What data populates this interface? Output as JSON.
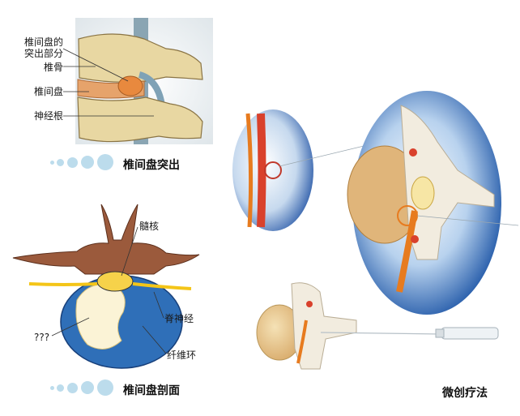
{
  "panel_top": {
    "title": "椎间盘突出",
    "labels": {
      "protrusion": "椎间盘的\n突出部分",
      "vertebra": "椎骨",
      "disc": "椎间盘",
      "nerve_root": "神经根"
    }
  },
  "panel_cross": {
    "title": "椎间盘剖面",
    "labels": {
      "pulp_core": "髓核",
      "spinal_nerve": "脊神经",
      "unknown": "???",
      "fiber_ring": "纤维环"
    }
  },
  "panel_right": {
    "title": "微创疗法"
  },
  "colors": {
    "bone": "#e8d7a2",
    "disc": "#e6a36b",
    "nerve": "#f4c518",
    "blue_ring": "#2f6fb8",
    "tissue": "#9b5a3c",
    "red": "#d9412c",
    "orange": "#e77b1f",
    "dot": "#bcdcec"
  }
}
